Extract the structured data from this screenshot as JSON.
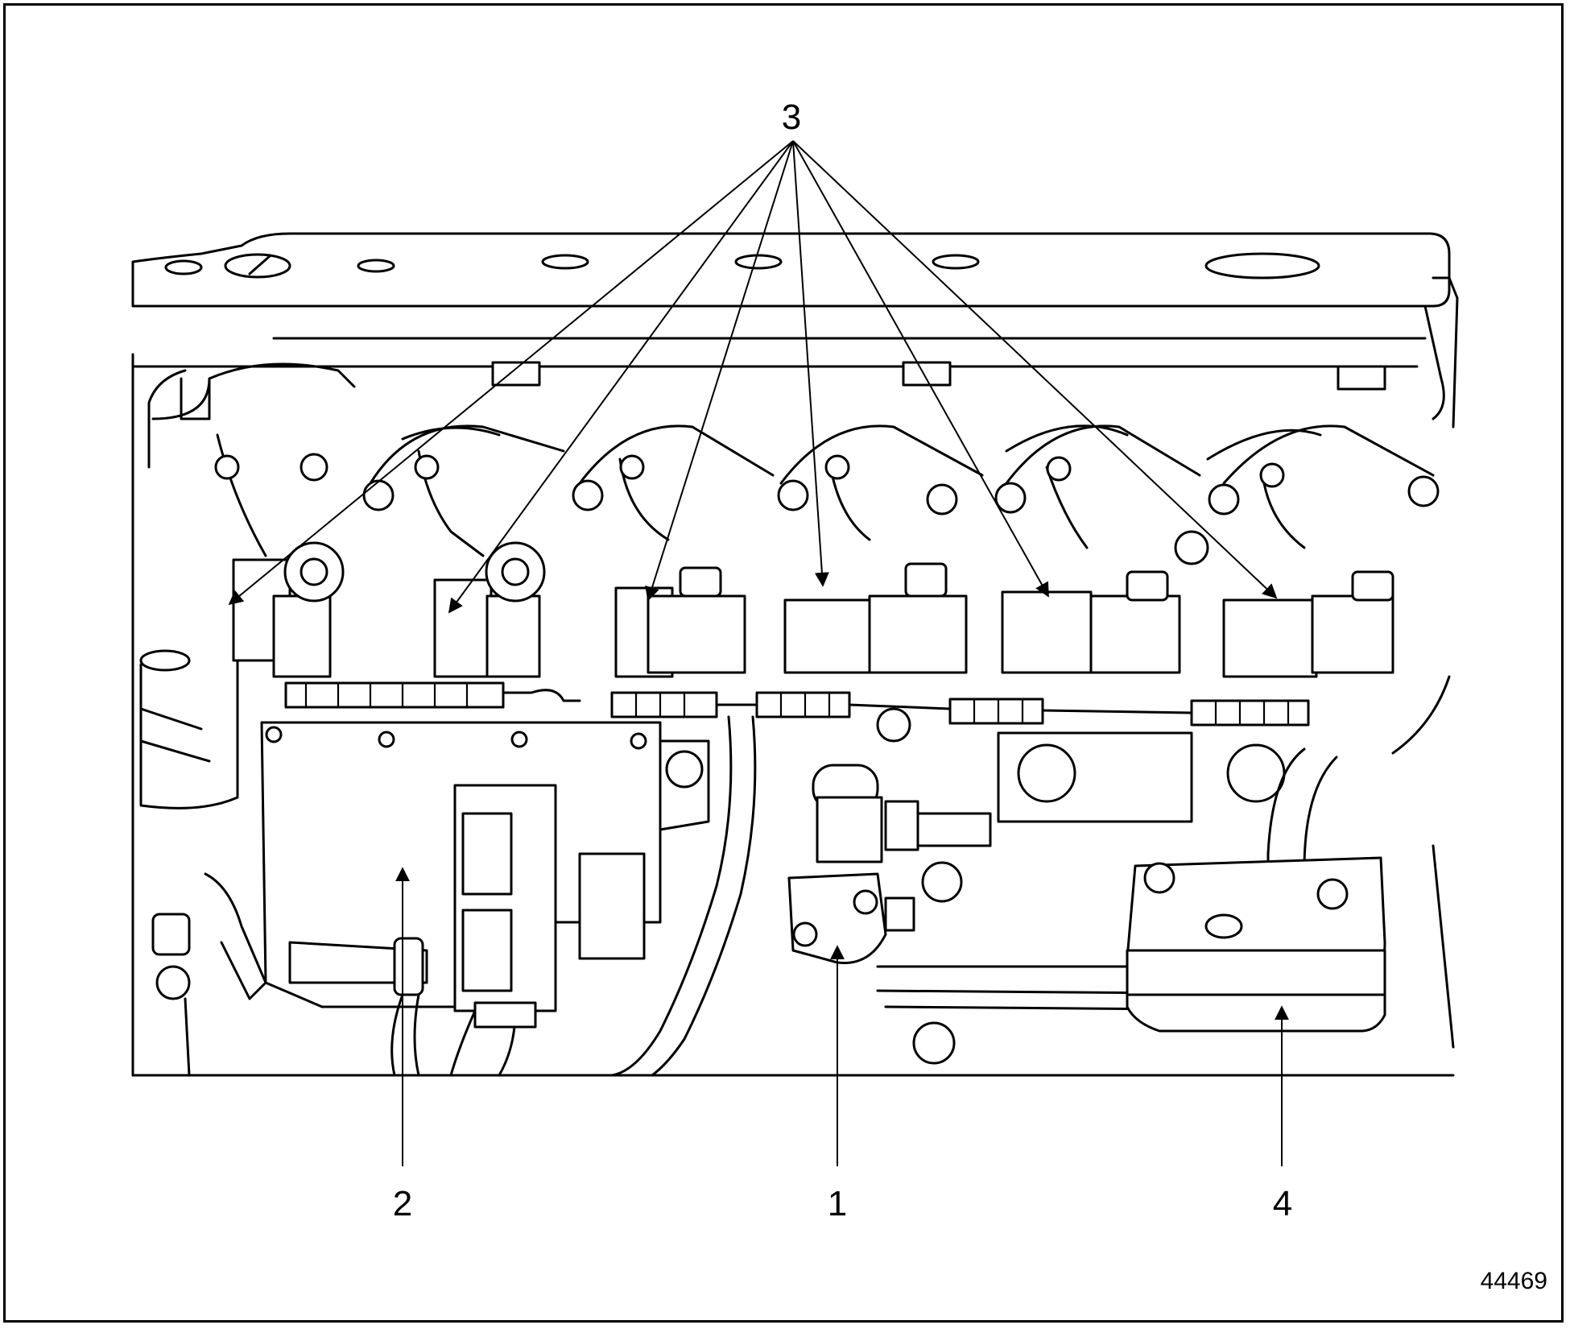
{
  "figure": {
    "number": "44469",
    "callouts": [
      {
        "id": "c1",
        "label": "1"
      },
      {
        "id": "c2",
        "label": "2"
      },
      {
        "id": "c3",
        "label": "3"
      },
      {
        "id": "c4",
        "label": "4"
      }
    ]
  },
  "colors": {
    "line": "#000000",
    "background": "#ffffff"
  }
}
